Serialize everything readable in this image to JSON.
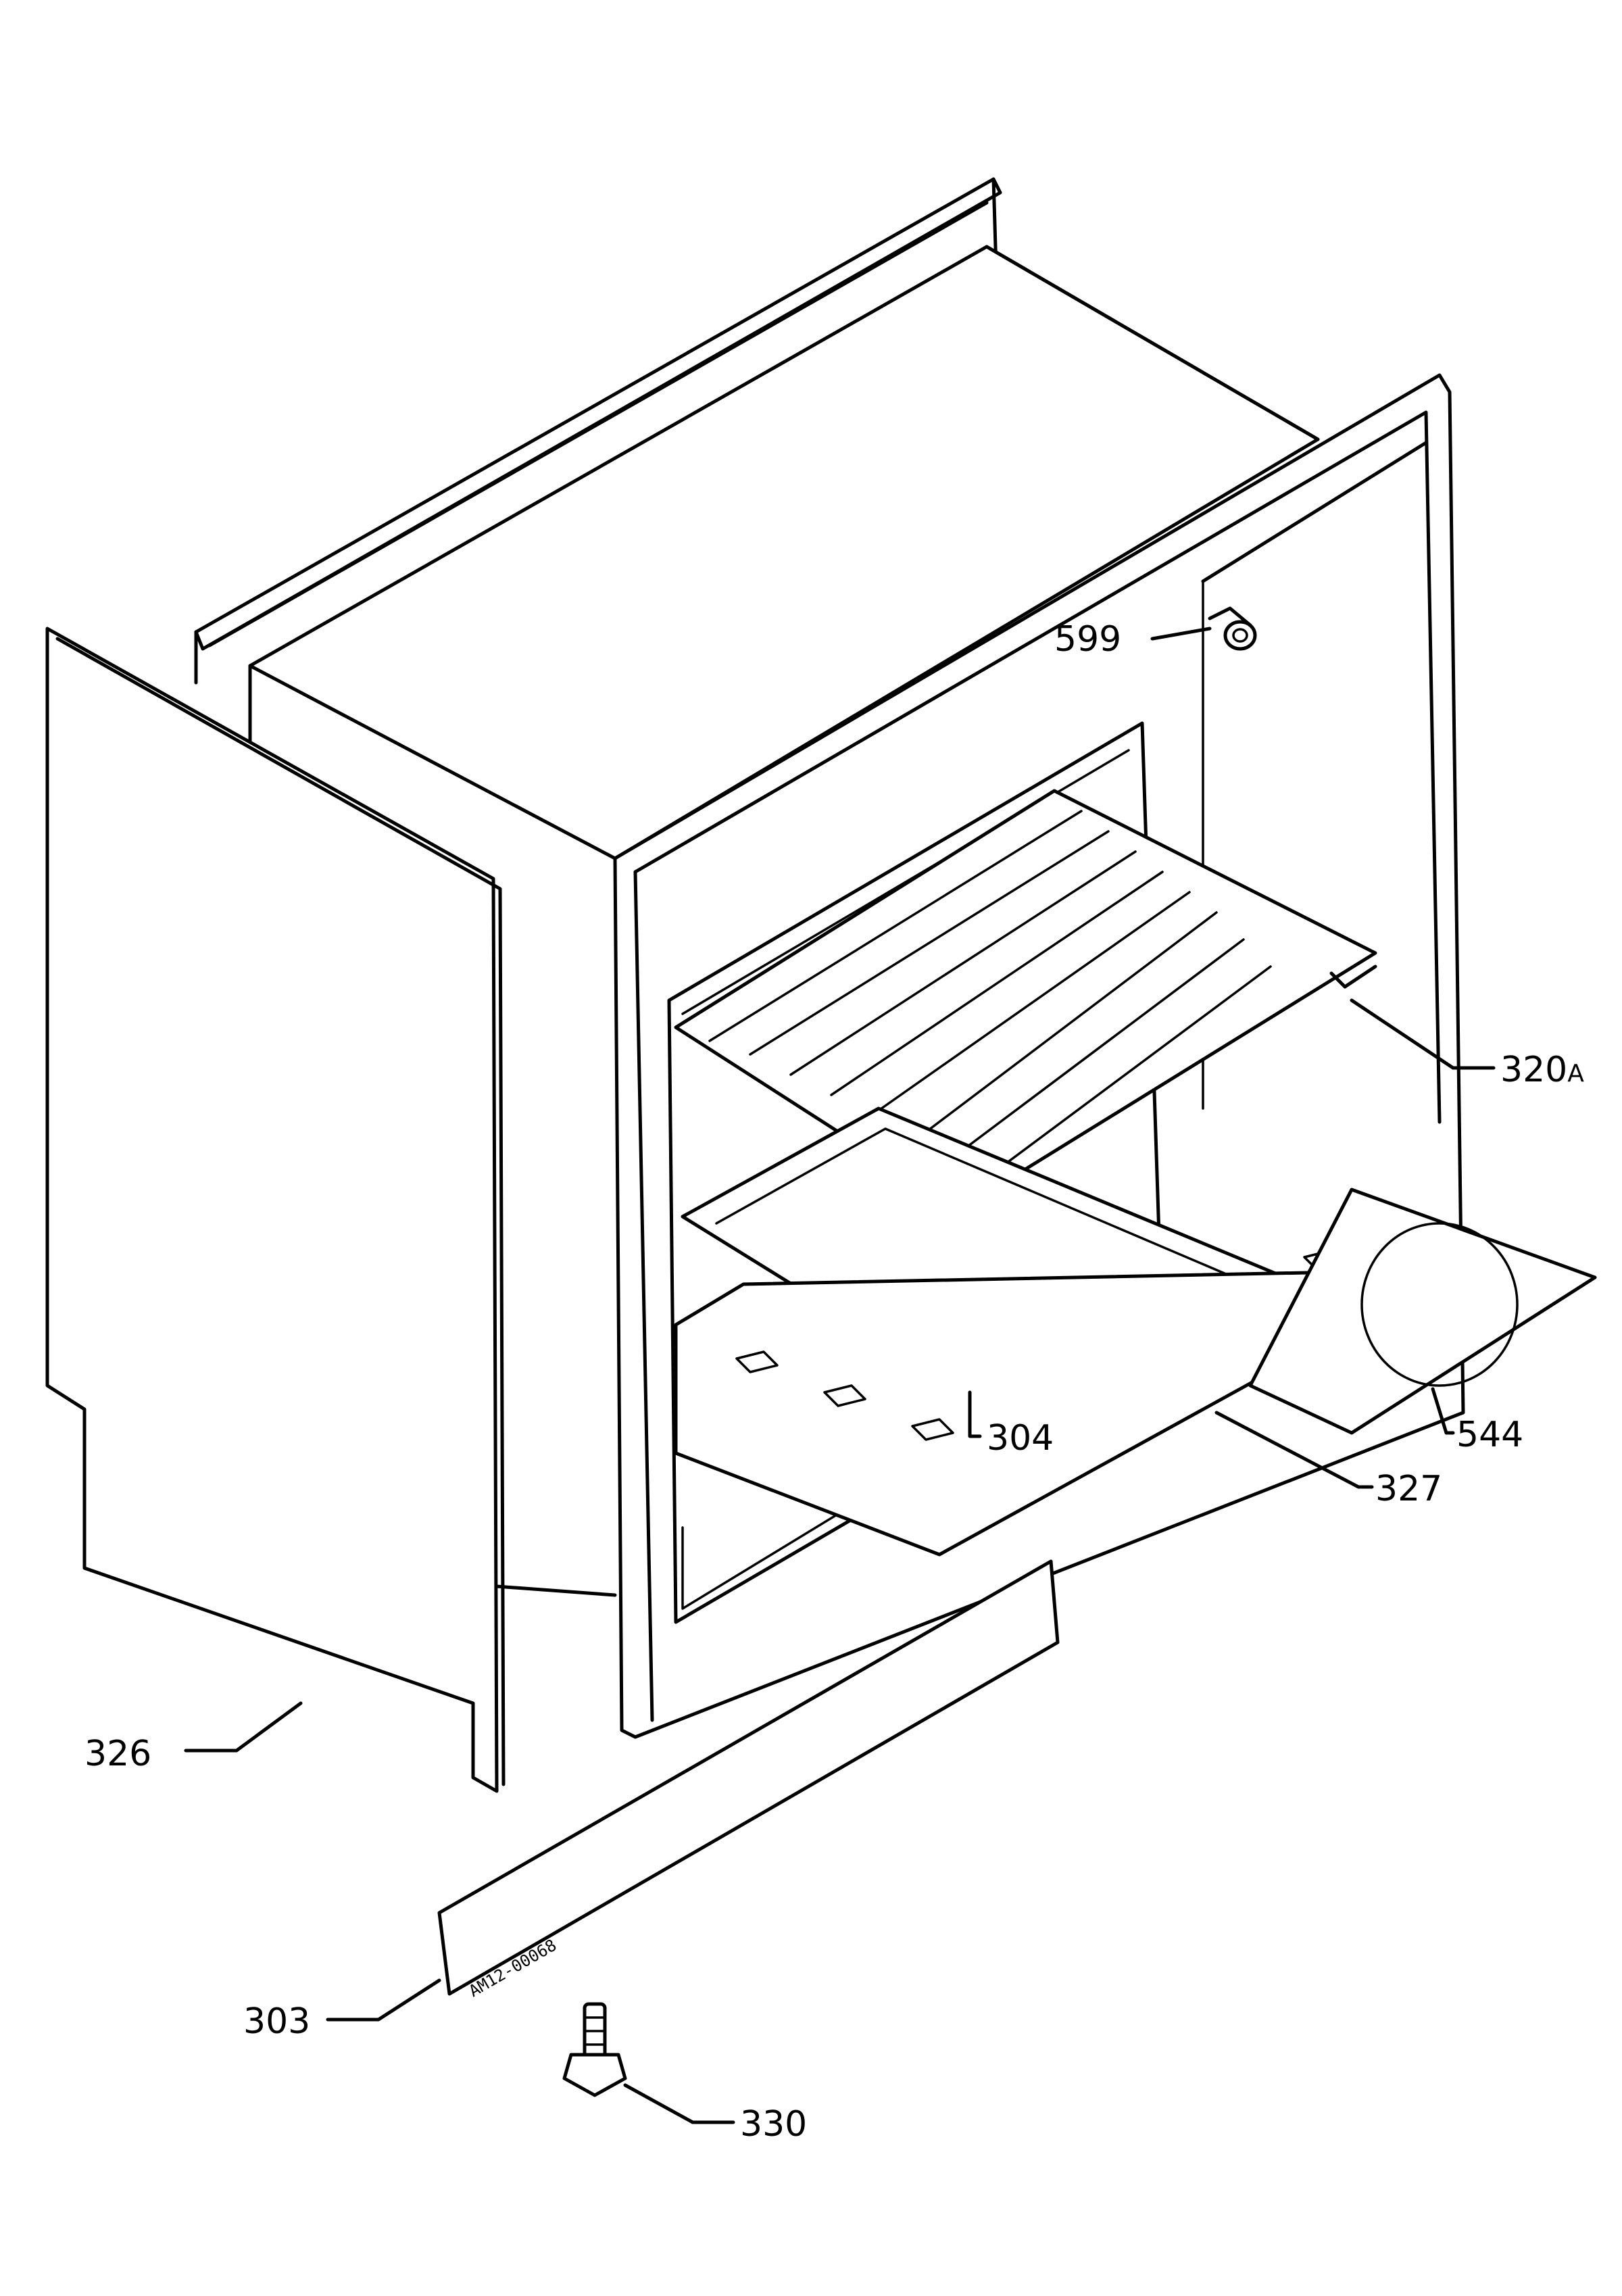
{
  "diagram": {
    "parts": [
      {
        "id": "599"
      },
      {
        "id": "320",
        "suffix": "A"
      },
      {
        "id": "304"
      },
      {
        "id": "544"
      },
      {
        "id": "327"
      },
      {
        "id": "326"
      },
      {
        "id": "303"
      },
      {
        "id": "330"
      }
    ],
    "drawing_code": "AM12-00068"
  }
}
